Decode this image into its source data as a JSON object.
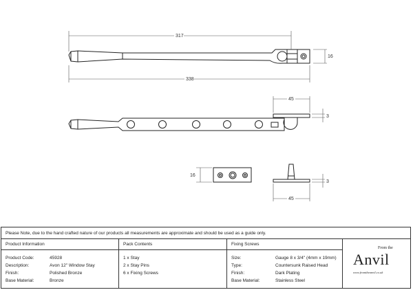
{
  "dimensions": {
    "top_length": "317",
    "overall_length": "338",
    "top_height": "16",
    "side_plate_width": "45",
    "side_plate_thickness": "3",
    "pin_plate_height": "16",
    "pin_plate_thickness": "3",
    "pin_plate_width": "45"
  },
  "note": "Please Note, due to the hand crafted nature of our products all measurements are approximate and should be used as a guide only.",
  "product_information": {
    "heading": "Product Information",
    "rows": [
      {
        "label": "Product Code:",
        "value": "45928"
      },
      {
        "label": "Description:",
        "value": "Avon 12\" Window Stay"
      },
      {
        "label": "Finish:",
        "value": "Polished Bronze"
      },
      {
        "label": "Base Material:",
        "value": "Bronze"
      }
    ]
  },
  "pack_contents": {
    "heading": "Pack Contents",
    "items": [
      "1 x Stay",
      "2 x Stay Pins",
      "6 x Fixing Screws"
    ]
  },
  "fixing_screws": {
    "heading": "Fixing Screws",
    "rows": [
      {
        "label": "Size:",
        "value": "Gauge 8 x 3/4\" (4mm x 19mm)"
      },
      {
        "label": "Type:",
        "value": "Countersunk Raised Head"
      },
      {
        "label": "Finish:",
        "value": "Dark Plating"
      },
      {
        "label": "Base Material:",
        "value": "Stainless Steel"
      }
    ]
  },
  "logo": {
    "small": "From the",
    "big": "Anvil",
    "url": "www.fromtheanvil.co.uk"
  }
}
